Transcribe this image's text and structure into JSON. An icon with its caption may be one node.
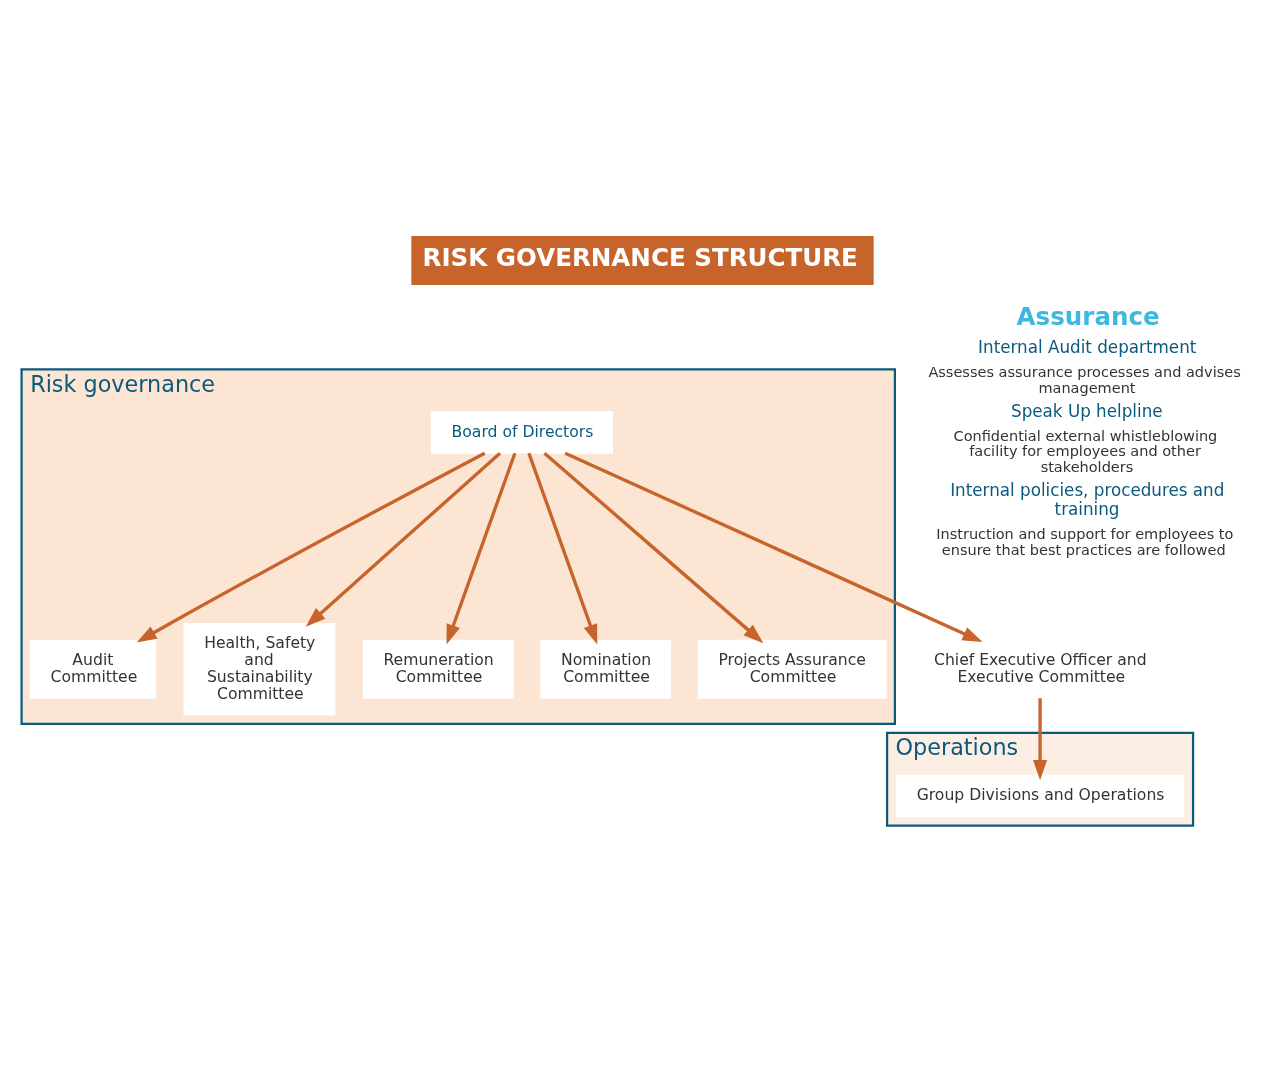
{
  "diagram": {
    "title": "RISK GOVERNANCE STRUCTURE",
    "nodes": [
      {
        "text": [
          "Risk governance"
        ]
      },
      {
        "text": [
          "Board of Directors"
        ],
        "in": 0
      },
      {
        "text": [
          "Audit Committee"
        ],
        "in": 0
      },
      {
        "text": [
          "Health, Safety and Sustainability Committee"
        ],
        "in": 0
      },
      {
        "text": [
          "Remuneration Committee"
        ],
        "in": 0
      },
      {
        "text": [
          "Nomination Committee"
        ],
        "in": 0
      },
      {
        "text": [
          "Projects Assurance Committee"
        ],
        "in": 0
      },
      {
        "text": [
          "Chief Executive Officer and Executive Committee"
        ]
      },
      {
        "text": [
          "Operations"
        ]
      },
      {
        "text": [
          "Group Divisions and Operations"
        ],
        "in": 8
      },
      {
        "text": [
          "Assurance",
          "Internal Audit department",
          "Assesses assurance processes and advises management",
          "Speak Up helpline",
          "Confidential external whistleblowing facility for employees and other stakeholders",
          "Internal policies, procedures and training",
          "Instruction and support for employees to ensure that best practices are followed"
        ]
      }
    ],
    "edges": [
      {
        "from": 1,
        "to": 2,
        "arrow": "to"
      },
      {
        "from": 1,
        "to": 3,
        "arrow": "to"
      },
      {
        "from": 1,
        "to": 4,
        "arrow": "to"
      },
      {
        "from": 1,
        "to": 5,
        "arrow": "to"
      },
      {
        "from": 1,
        "to": 6,
        "arrow": "to"
      },
      {
        "from": 1,
        "to": 7,
        "arrow": "to"
      },
      {
        "from": 7,
        "to": 9,
        "arrow": "to"
      }
    ]
  }
}
